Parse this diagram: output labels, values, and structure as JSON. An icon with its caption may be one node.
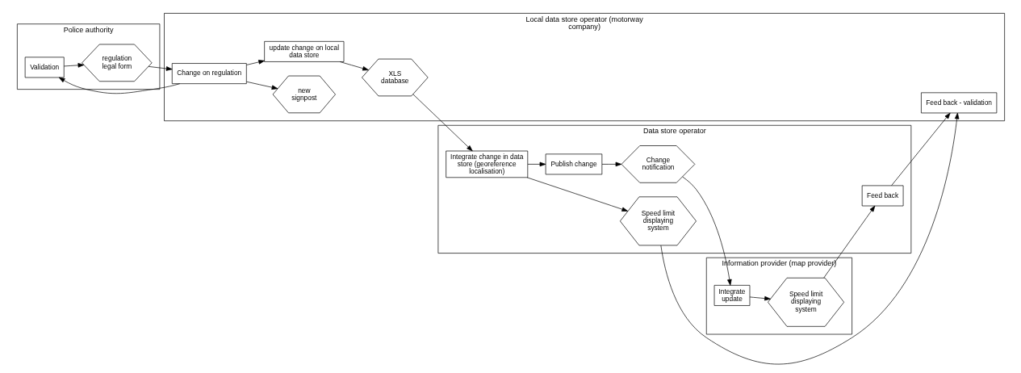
{
  "diagram": {
    "nodes": [
      {
        "text": [
          "Police authority"
        ]
      },
      {
        "text": [
          "Local data store operator (motorway company)"
        ]
      },
      {
        "text": [
          "Data store operator"
        ]
      },
      {
        "text": [
          "Information provider (map provider)"
        ]
      },
      {
        "text": [
          "Validation"
        ],
        "in": 0
      },
      {
        "text": [
          "regulation legal form"
        ],
        "in": 0
      },
      {
        "text": [
          "Change on regulation"
        ],
        "in": 1
      },
      {
        "text": [
          "new signpost"
        ],
        "in": 1
      },
      {
        "text": [
          "update change on local data store"
        ],
        "in": 1
      },
      {
        "text": [
          "XLS database"
        ],
        "in": 1
      },
      {
        "text": [
          "Feed back - validation"
        ],
        "in": 1
      },
      {
        "text": [
          "Integrate change in data store (georeference localisation)"
        ],
        "in": 2
      },
      {
        "text": [
          "Speed limit displaying system"
        ],
        "in": 2
      },
      {
        "text": [
          "Publish change"
        ],
        "in": 2
      },
      {
        "text": [
          "Change notification"
        ],
        "in": 2
      },
      {
        "text": [
          "Feed back"
        ],
        "in": 2
      },
      {
        "text": [
          "Integrate update"
        ],
        "in": 3
      },
      {
        "text": [
          "Speed limit displaying system"
        ],
        "in": 3
      }
    ],
    "edges": [
      {
        "from": 6,
        "to": 4,
        "arrow": "to"
      },
      {
        "from": 4,
        "to": 5,
        "arrow": "to"
      },
      {
        "from": 5,
        "to": 6,
        "arrow": "to"
      },
      {
        "from": 6,
        "to": 7,
        "arrow": "to"
      },
      {
        "from": 6,
        "to": 8,
        "arrow": "to"
      },
      {
        "from": 8,
        "to": 9,
        "arrow": "to"
      },
      {
        "from": 9,
        "to": 11,
        "arrow": "to"
      },
      {
        "from": 11,
        "to": 12,
        "arrow": "to"
      },
      {
        "from": 12,
        "to": 10,
        "arrow": "to"
      },
      {
        "from": 11,
        "to": 13,
        "arrow": "to"
      },
      {
        "from": 13,
        "to": 14,
        "arrow": "to"
      },
      {
        "from": 14,
        "to": 16,
        "arrow": "to"
      },
      {
        "from": 16,
        "to": 17,
        "arrow": "to"
      },
      {
        "from": 17,
        "to": 15,
        "arrow": "to"
      },
      {
        "from": 15,
        "to": 10,
        "arrow": "to"
      }
    ]
  }
}
